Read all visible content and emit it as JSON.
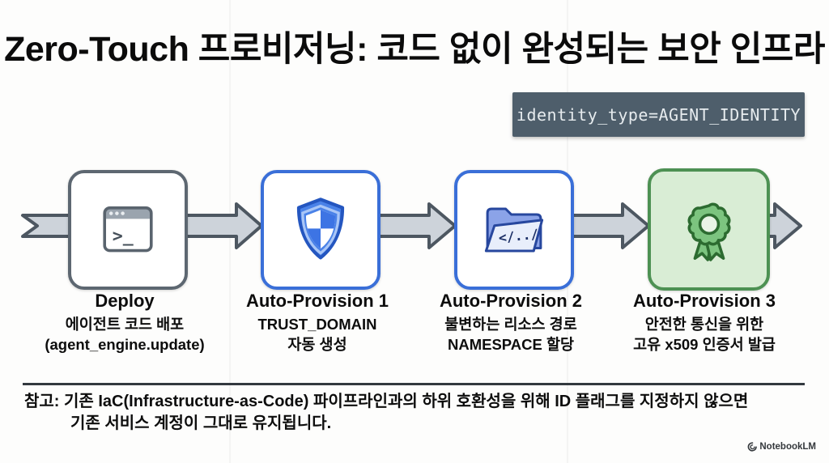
{
  "title": "Zero-Touch 프로비저닝: 코드 없이 완성되는 보안 인프라",
  "code_badge": {
    "text": "identity_type=AGENT_IDENTITY"
  },
  "flow": {
    "steps": [
      {
        "heading": "Deploy",
        "line1": "에이전트 코드 배포",
        "line2": "(agent_engine.update)",
        "icon": "terminal-icon"
      },
      {
        "heading": "Auto-Provision 1",
        "line1": "TRUST_DOMAIN",
        "line2": "자동 생성",
        "icon": "shield-icon"
      },
      {
        "heading": "Auto-Provision 2",
        "line1": "불변하는 리소스 경로",
        "line2": "NAMESPACE 할당",
        "icon": "code-folder-icon"
      },
      {
        "heading": "Auto-Provision 3",
        "line1": "안전한 통신을 위한",
        "line2": "고유 x509 인증서 발급",
        "icon": "certificate-ribbon-icon"
      }
    ],
    "terminal_prompt": ">_",
    "folder_code_text": "</../"
  },
  "note": {
    "line1": "참고: 기존 IaC(Infrastructure-as-Code) 파이프라인과의 하위 호환성을 위해 ID 플래그를 지정하지 않으면",
    "line2": "기존 서비스 계정이 그대로 유지됩니다."
  },
  "watermark": "NotebookLM",
  "colors": {
    "badge_bg": "#4e5e6b",
    "arrow_fill": "#cdd3da",
    "arrow_stroke": "#4d5761",
    "gray_accent": "#5d6771",
    "blue_accent": "#3a6fd8",
    "green_accent": "#4d9153",
    "green_box_bg": "#d9edd5"
  }
}
